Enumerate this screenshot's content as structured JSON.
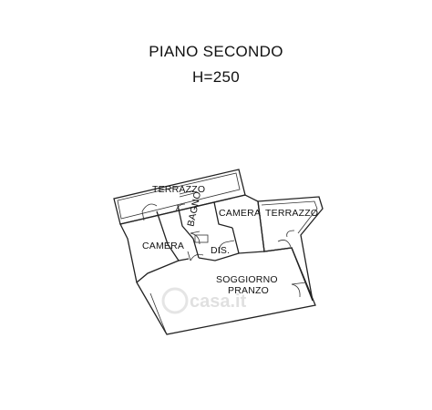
{
  "header": {
    "floor_title": "PIANO SECONDO",
    "height_note": "H=250"
  },
  "rooms": {
    "terrazzo_top": "TERRAZZO",
    "terrazzo_right": "TERRAZZO",
    "bagno": "BAGNO",
    "camera_left": "CAMERA",
    "camera_right": "CAMERA",
    "dis": "DIS.",
    "soggiorno_line1": "SOGGIORNO",
    "soggiorno_line2": "PRANZO"
  },
  "watermark": {
    "text": "casa.it",
    "color": "#c8c8c8"
  },
  "colors": {
    "line": "#222222",
    "background": "#ffffff"
  }
}
